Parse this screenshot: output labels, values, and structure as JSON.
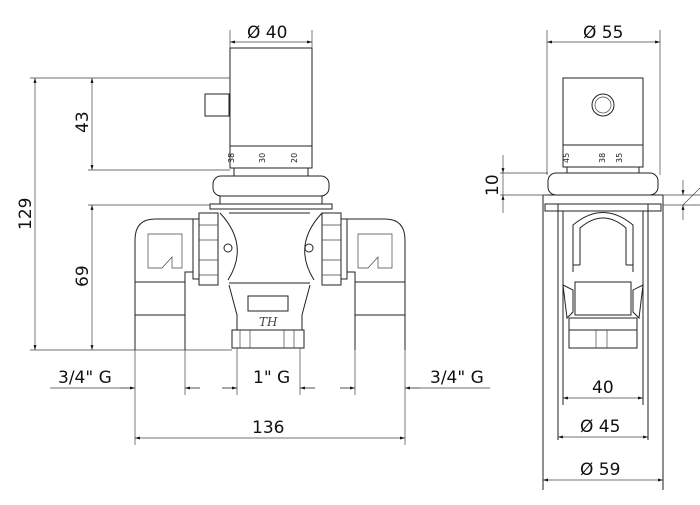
{
  "dimensions": {
    "front_cap_diameter": "Ø 40",
    "cap_height": "43",
    "total_height": "129",
    "body_height": "69",
    "left_connection": "3/4\" G",
    "center_connection": "1\" G",
    "right_connection": "3/4\" G",
    "total_width": "136",
    "side_cap_diameter": "Ø 55",
    "ring_height": "10",
    "side_width_40": "40",
    "side_diameter_45": "Ø 45",
    "side_diameter_59": "Ø 59"
  },
  "dial_front": [
    "38",
    "30",
    "20"
  ],
  "dial_side": [
    "45",
    "38",
    "35"
  ],
  "logo": "TH"
}
